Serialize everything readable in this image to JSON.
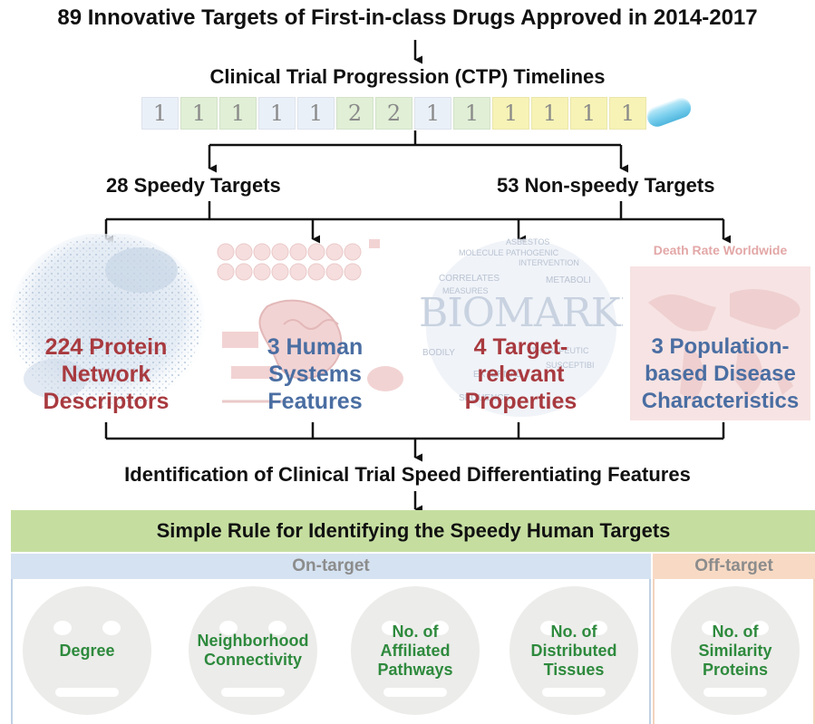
{
  "title": "89 Innovative Targets of First-in-class Drugs Approved in 2014-2017",
  "ctp": {
    "heading": "Clinical Trial Progression (CTP) Timelines",
    "cells": [
      {
        "value": "1",
        "color": "#eaf0f8"
      },
      {
        "value": "1",
        "color": "#e0efd5"
      },
      {
        "value": "1",
        "color": "#e0efd5"
      },
      {
        "value": "1",
        "color": "#eaf0f8"
      },
      {
        "value": "1",
        "color": "#eaf0f8"
      },
      {
        "value": "2",
        "color": "#e0efd5"
      },
      {
        "value": "2",
        "color": "#e0efd5"
      },
      {
        "value": "1",
        "color": "#eaf0f8"
      },
      {
        "value": "1",
        "color": "#e0efd5"
      },
      {
        "value": "1",
        "color": "#f7f3b6"
      },
      {
        "value": "1",
        "color": "#f7f3b6"
      },
      {
        "value": "1",
        "color": "#f7f3b6"
      },
      {
        "value": "1",
        "color": "#f7f3b6"
      }
    ]
  },
  "groups": {
    "speedy": "28 Speedy Targets",
    "non_speedy": "53 Non-speedy Targets"
  },
  "panels": [
    {
      "label": "224 Protein\nNetwork\nDescriptors",
      "color": "#a83a3f"
    },
    {
      "label": "3 Human\nSystems\nFeatures",
      "color": "#4a6ea2"
    },
    {
      "label": "4 Target-\nrelevant\nProperties",
      "color": "#a83a3f"
    },
    {
      "label": "3 Population-\nbased Disease\nCharacteristics",
      "color": "#4a6ea2"
    }
  ],
  "biomarker": {
    "word": "BIOMARKER",
    "cloud_words": [
      "ASBESTOS",
      "MOLECULE PATHOGENIC",
      "INTERVENTION",
      "CORRELATES",
      "METABOLI",
      "MEASURES",
      "THERAPEUTIC",
      "BODILY",
      "SUSCEPTIBI",
      "EXTERNAL",
      "SEQUENCE"
    ]
  },
  "death_rate_label": "Death Rate Worldwide",
  "identification": "Identification of Clinical Trial Speed Differentiating Features",
  "rule": {
    "heading": "Simple Rule for Identifying the Speedy Human Targets",
    "on_target": "On-target",
    "off_target": "Off-target",
    "features": [
      "Degree",
      "Neighborhood\nConnectivity",
      "No. of\nAffiliated\nPathways",
      "No. of\nDistributed\nTissues",
      "No. of\nSimilarity\nProteins"
    ]
  },
  "colors": {
    "rule_bar": "#c5dea0",
    "on_target_head": "#d5e2f1",
    "off_target_head": "#f8dac4",
    "feature_text": "#2e8a3d"
  }
}
